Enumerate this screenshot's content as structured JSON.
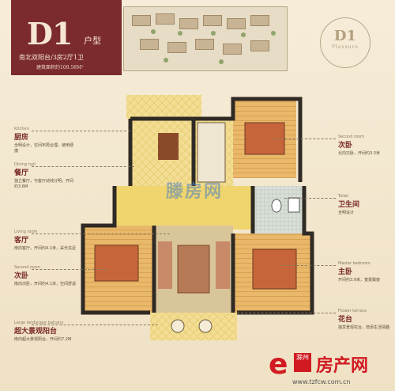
{
  "header": {
    "plan_code": "D1",
    "plan_unit": "户型",
    "room_summary": "南北双阳台/3房2厅1卫",
    "area_line": "建筑面积约109.58M²"
  },
  "badge": {
    "code": "D1",
    "caption": "Plessure"
  },
  "annotations_left": [
    {
      "key": "kitchen",
      "cn": "厨房",
      "en": "Kitchen",
      "desc": "全明设计，空间布局合理，使用便捷"
    },
    {
      "key": "dining",
      "cn": "餐厅",
      "en": "Dining hall",
      "desc": "独立餐厅，与客厅动线分明，开间约3.6M"
    },
    {
      "key": "living",
      "cn": "客厅",
      "en": "Living room",
      "desc": "南向客厅，开间约4.1米，采光充足"
    },
    {
      "key": "second_bedroom_left",
      "cn": "次卧",
      "en": "Second room",
      "desc": "南向次卧，开间约4.1米，空间舒适"
    },
    {
      "key": "balcony",
      "cn": "超大景观阳台",
      "en": "Large landscape balcony",
      "desc": "南向超大景观阳台，开间约7.2M"
    }
  ],
  "annotations_right": [
    {
      "key": "second_bedroom_right",
      "cn": "次卧",
      "en": "Second room",
      "desc": "北向次卧，开间约3.3米"
    },
    {
      "key": "bathroom",
      "cn": "卫生间",
      "en": "Toilet",
      "desc": "全明设计"
    },
    {
      "key": "master_bedroom",
      "cn": "主卧",
      "en": "Master bedroom",
      "desc": "开间约3.9米，宽景飘窗"
    },
    {
      "key": "garden",
      "cn": "花台",
      "en": "Flower terrace",
      "desc": "独享景观花台，增添生活情趣"
    }
  ],
  "watermark": "滕房网",
  "logo": {
    "main": "房产网",
    "city": "滁州",
    "url": "www.tzfcw.com.cn"
  },
  "colors": {
    "brand": "#7b2a2d",
    "logo_red": "#d11a21",
    "wall": "#2f2a24"
  }
}
